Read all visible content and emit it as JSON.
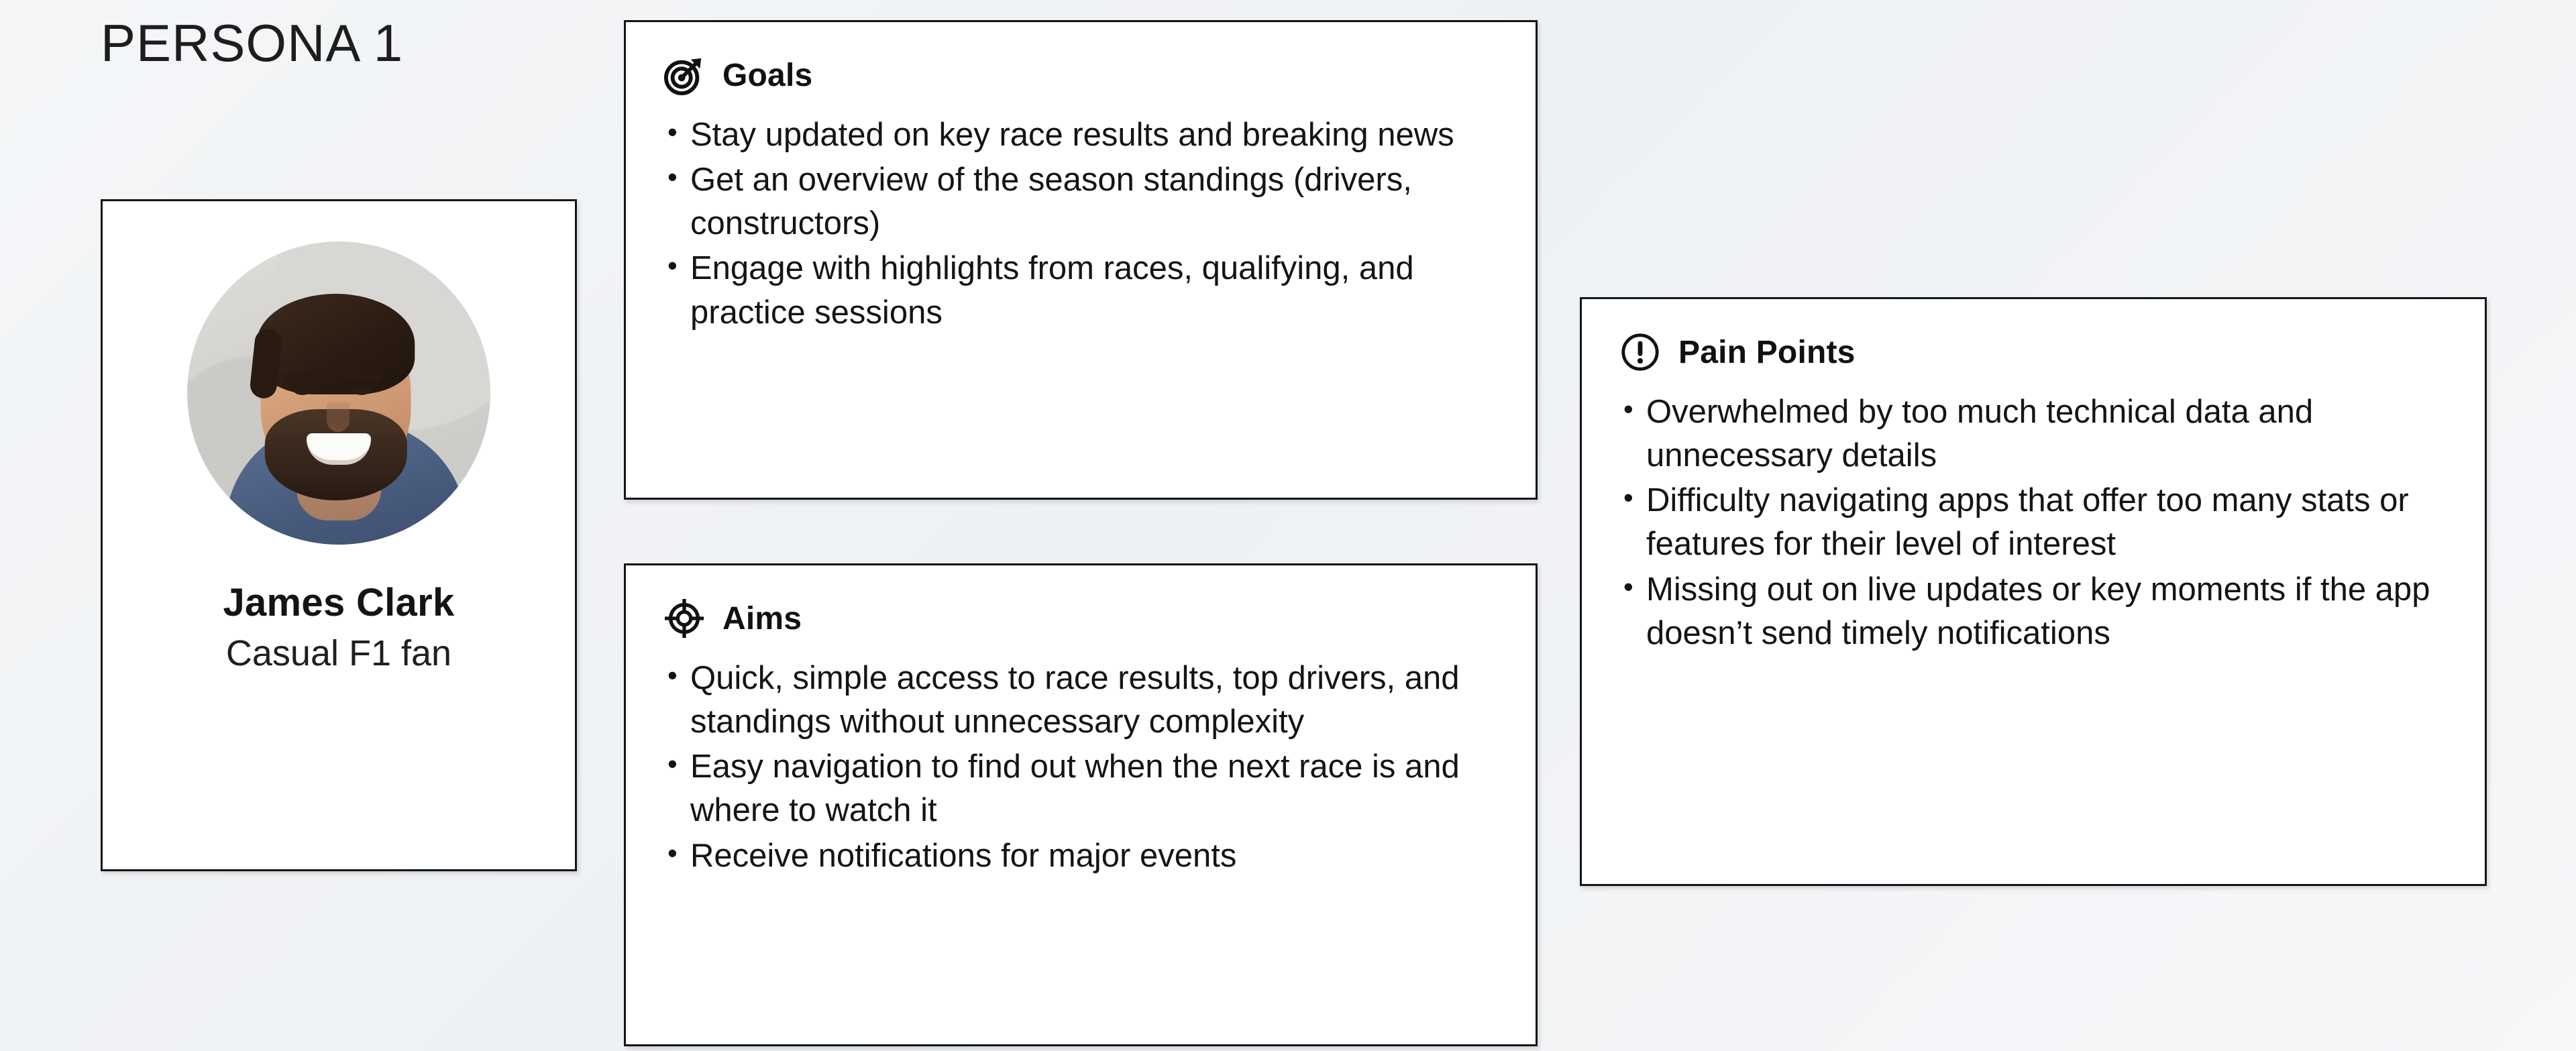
{
  "page": {
    "title": "PERSONA 1",
    "background_color": "#f2f4f6",
    "card_border_color": "#141414"
  },
  "persona": {
    "avatar_icon": "user-portrait-photo",
    "avatar_description": "Smiling bearded man in blue t-shirt against gray concrete wall",
    "name": "James Clark",
    "role": "Casual F1 fan"
  },
  "cards": [
    {
      "id": "goals",
      "icon": "target-arrow-icon",
      "title": "Goals",
      "bullets": [
        "Stay updated on key race results and breaking news",
        "Get an overview of the season standings (drivers, constructors)",
        "Engage with highlights from races, qualifying, and practice sessions"
      ]
    },
    {
      "id": "aims",
      "icon": "crosshair-icon",
      "title": "Aims",
      "bullets": [
        "Quick, simple access to race results, top drivers, and standings without unnecessary complexity",
        "Easy navigation to find out when the next race is and where to watch it",
        "Receive notifications for major events"
      ]
    },
    {
      "id": "pain-points",
      "icon": "exclamation-circle-icon",
      "title": "Pain Points",
      "bullets": [
        "Overwhelmed by too much technical data and unnecessary details",
        "Difficulty navigating apps that offer too many stats or features for their level of interest",
        "Missing out on live updates or key moments if the app doesn’t send timely notifications"
      ]
    }
  ]
}
